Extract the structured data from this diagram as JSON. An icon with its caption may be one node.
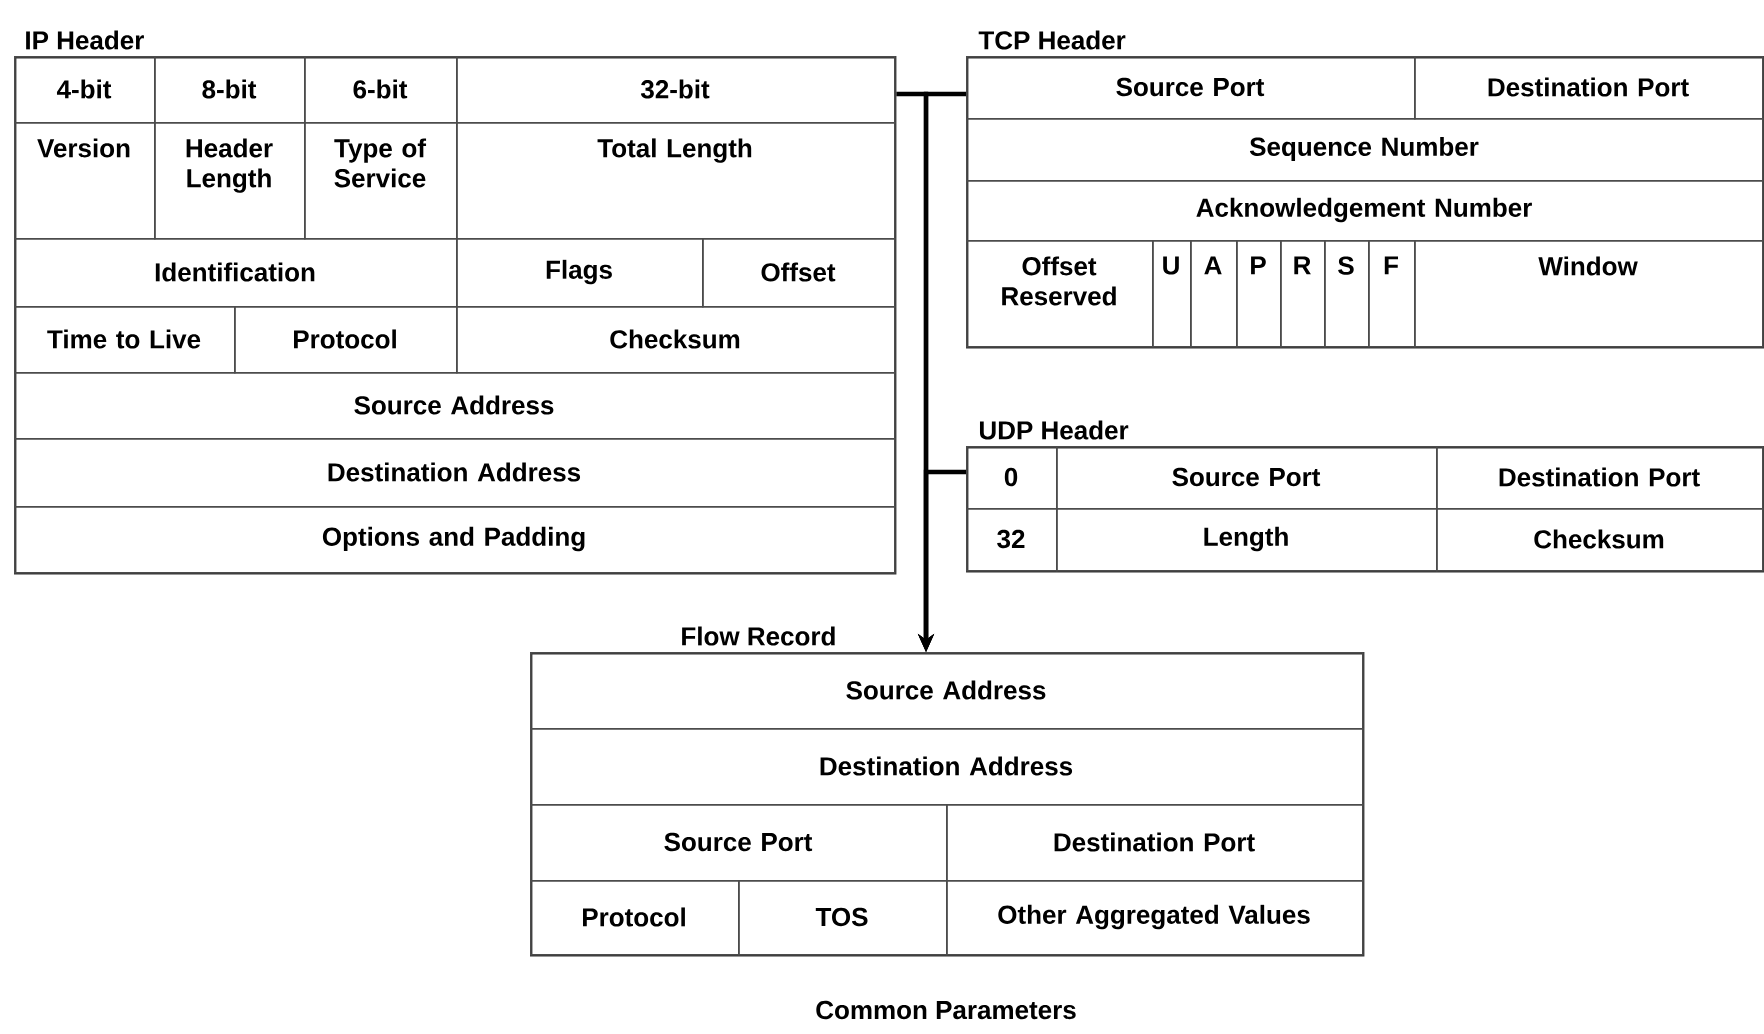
{
  "diagram": {
    "nodes": [
      {
        "text": [
          "IP Header"
        ]
      },
      {
        "text": [
          "4-bit"
        ],
        "in": 0
      },
      {
        "text": [
          "8-bit"
        ],
        "in": 0
      },
      {
        "text": [
          "6-bit"
        ],
        "in": 0
      },
      {
        "text": [
          "32-bit"
        ],
        "in": 0
      },
      {
        "text": [
          "Version"
        ],
        "in": 0
      },
      {
        "text": [
          "Header Length"
        ],
        "in": 0
      },
      {
        "text": [
          "Type of Service"
        ],
        "in": 0
      },
      {
        "text": [
          "Total Length"
        ],
        "in": 0
      },
      {
        "text": [
          "Identification"
        ],
        "in": 0
      },
      {
        "text": [
          "Flags"
        ],
        "in": 0
      },
      {
        "text": [
          "Offset"
        ],
        "in": 0
      },
      {
        "text": [
          "Time to Live"
        ],
        "in": 0
      },
      {
        "text": [
          "Protocol"
        ],
        "in": 0
      },
      {
        "text": [
          "Checksum"
        ],
        "in": 0
      },
      {
        "text": [
          "Source Address"
        ],
        "in": 0
      },
      {
        "text": [
          "Destination Address"
        ],
        "in": 0
      },
      {
        "text": [
          "Options and Padding"
        ],
        "in": 0
      },
      {
        "text": [
          "TCP Header"
        ]
      },
      {
        "text": [
          "Source Port"
        ],
        "in": 18
      },
      {
        "text": [
          "Destination Port"
        ],
        "in": 18
      },
      {
        "text": [
          "Sequence Number"
        ],
        "in": 18
      },
      {
        "text": [
          "Acknowledgement Number"
        ],
        "in": 18
      },
      {
        "text": [
          "Offset Reserved"
        ],
        "in": 18
      },
      {
        "text": [
          "U"
        ],
        "in": 18
      },
      {
        "text": [
          "A"
        ],
        "in": 18
      },
      {
        "text": [
          "P"
        ],
        "in": 18
      },
      {
        "text": [
          "R"
        ],
        "in": 18
      },
      {
        "text": [
          "S"
        ],
        "in": 18
      },
      {
        "text": [
          "F"
        ],
        "in": 18
      },
      {
        "text": [
          "Window"
        ],
        "in": 18
      },
      {
        "text": [
          "UDP Header"
        ]
      },
      {
        "text": [
          "0"
        ],
        "in": 31
      },
      {
        "text": [
          "Source Port"
        ],
        "in": 31
      },
      {
        "text": [
          "Destination Port"
        ],
        "in": 31
      },
      {
        "text": [
          "32"
        ],
        "in": 31
      },
      {
        "text": [
          "Length"
        ],
        "in": 31
      },
      {
        "text": [
          "Checksum"
        ],
        "in": 31
      },
      {
        "text": [
          "Flow Record"
        ],
        "beside": [
          "Common Parameters"
        ]
      },
      {
        "text": [
          "Source Address"
        ],
        "in": 38
      },
      {
        "text": [
          "Destination Address"
        ],
        "in": 38
      },
      {
        "text": [
          "Source Port"
        ],
        "in": 38
      },
      {
        "text": [
          "Destination Port"
        ],
        "in": 38
      },
      {
        "text": [
          "Protocol"
        ],
        "in": 38
      },
      {
        "text": [
          "TOS"
        ],
        "in": 38
      },
      {
        "text": [
          "Other Aggregated Values"
        ],
        "in": 38
      }
    ],
    "edges": [
      {
        "from": 0,
        "to": 38,
        "arrow": "to"
      },
      {
        "from": 18,
        "to": 38,
        "arrow": "to"
      },
      {
        "from": 31,
        "to": 38,
        "arrow": "to"
      }
    ]
  }
}
